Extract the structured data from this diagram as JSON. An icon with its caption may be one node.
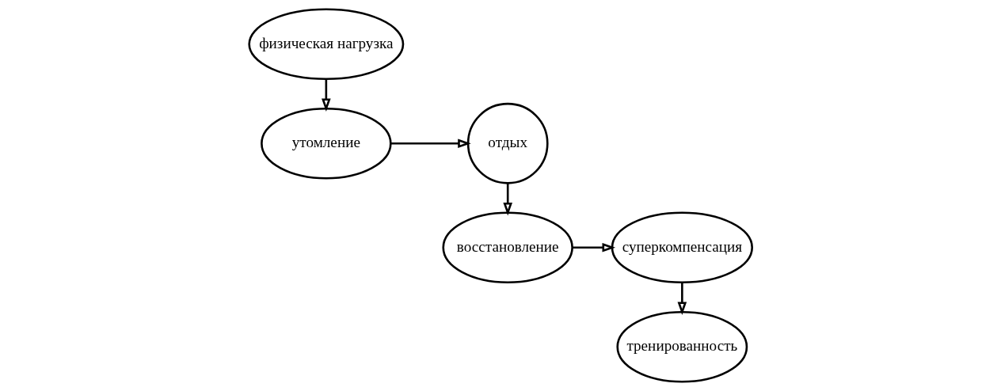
{
  "diagram": {
    "nodes": [
      {
        "text": [
          "физическая нагрузка"
        ]
      },
      {
        "text": [
          "восстановление"
        ]
      },
      {
        "text": [
          "суперкомпенсация"
        ]
      },
      {
        "text": [
          "утомление"
        ]
      },
      {
        "text": [
          "отдых"
        ]
      },
      {
        "text": [
          "тренированность"
        ]
      }
    ],
    "edges": [
      {
        "from": 0,
        "to": 3,
        "arrow": "to"
      },
      {
        "from": 3,
        "to": 4,
        "arrow": "to"
      },
      {
        "from": 4,
        "to": 1,
        "arrow": "to"
      },
      {
        "from": 1,
        "to": 2,
        "arrow": "to"
      },
      {
        "from": 2,
        "to": 5,
        "arrow": "to"
      }
    ]
  }
}
